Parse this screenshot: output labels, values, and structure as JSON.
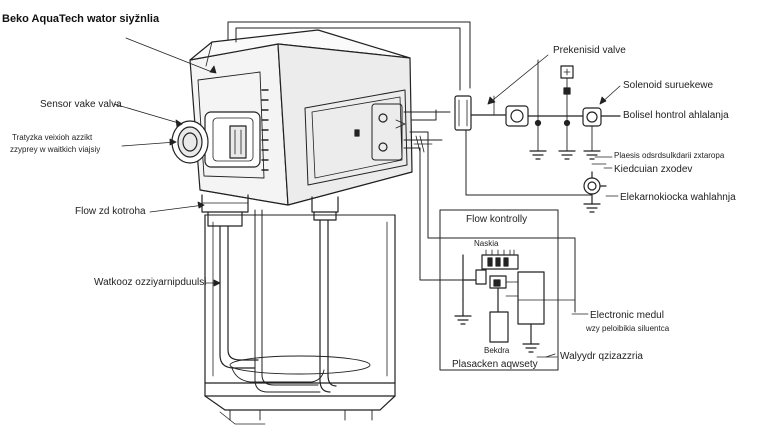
{
  "diagram": {
    "title": "Beko AquaTech wator siyžnlia",
    "colors": {
      "ink": "#222222",
      "paper": "#ffffff",
      "shade": "#e9e9e9"
    },
    "labels": {
      "sensor_valve": "Sensor vake valva",
      "detection_a": "Tratyzka veixioh azzikt",
      "detection_b": "zzyprey w waitkich viajsiy",
      "flow_control": "Flow zd kotroha",
      "heating_wires": "Watkooz ozziyarnipduulsi",
      "prekenisid_valve": "Prekenisid valve",
      "solenoid": "Solenoid suruekewe",
      "bolisel_control": "Bolisel hontrol ahlalanja",
      "plaesis": "Plaesis odsrdsulkdarii zxtaropa",
      "kiedcuian": "Kiedcuian zxodev",
      "elekarnokiocka": "Elekarnokiocka wahlahnja",
      "flow_kontrolly": "Flow kontrolly",
      "naskia": "Naskia",
      "electronic_modul": "Electronic medul",
      "wzy_pelobikia": "wzy peloibikia siluentca",
      "bekdra": "Bekdra",
      "plasacken": "Plasacken aqwsety",
      "walvydr": "Walyydr qzizazzria"
    }
  }
}
